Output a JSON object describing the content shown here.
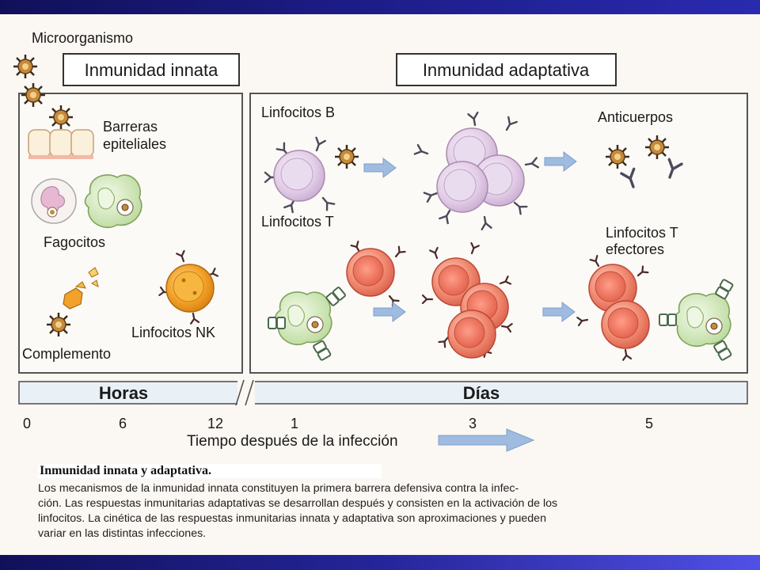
{
  "labels": {
    "microorganismo": "Microorganismo",
    "innate_title": "Inmunidad innata",
    "adaptive_title": "Inmunidad adaptativa",
    "barreras_1": "Barreras",
    "barreras_2": "epiteliales",
    "fagocitos": "Fagocitos",
    "complemento": "Complemento",
    "linfocitos_nk": "Linfocitos NK",
    "linfocitos_b": "Linfocitos B",
    "anticuerpos": "Anticuerpos",
    "linfocitos_t": "Linfocitos T",
    "t_efectores_1": "Linfocitos T",
    "t_efectores_2": "efectores"
  },
  "timeline": {
    "horas": "Horas",
    "dias": "Días",
    "ticks": [
      "0",
      "6",
      "12",
      "1",
      "3",
      "5"
    ],
    "axis_label": "Tiempo después de la infección"
  },
  "caption": {
    "title": "Inmunidad innata y adaptativa.",
    "lines": [
      "Los mecanismos de la inmunidad innata constituyen la primera barrera defensiva contra la infec-",
      "ción. Las respuestas inmunitarias adaptativas se desarrollan después y consisten en la activación de los",
      "linfocitos. La cinética de las respuestas inmunitarias innata y adaptativa son aproximaciones y pueden",
      "variar en las distintas infecciones."
    ]
  },
  "colors": {
    "band": "#1c1c86",
    "microbe": "#c58a3a",
    "b_cell": "#e2cde6",
    "t_cell": "#f28c73",
    "nk_cell": "#f2a12a",
    "phagocyte": "#d9ecc0",
    "arrow": "#8fb0d8",
    "timeline_fill": "#e9f1f7"
  }
}
